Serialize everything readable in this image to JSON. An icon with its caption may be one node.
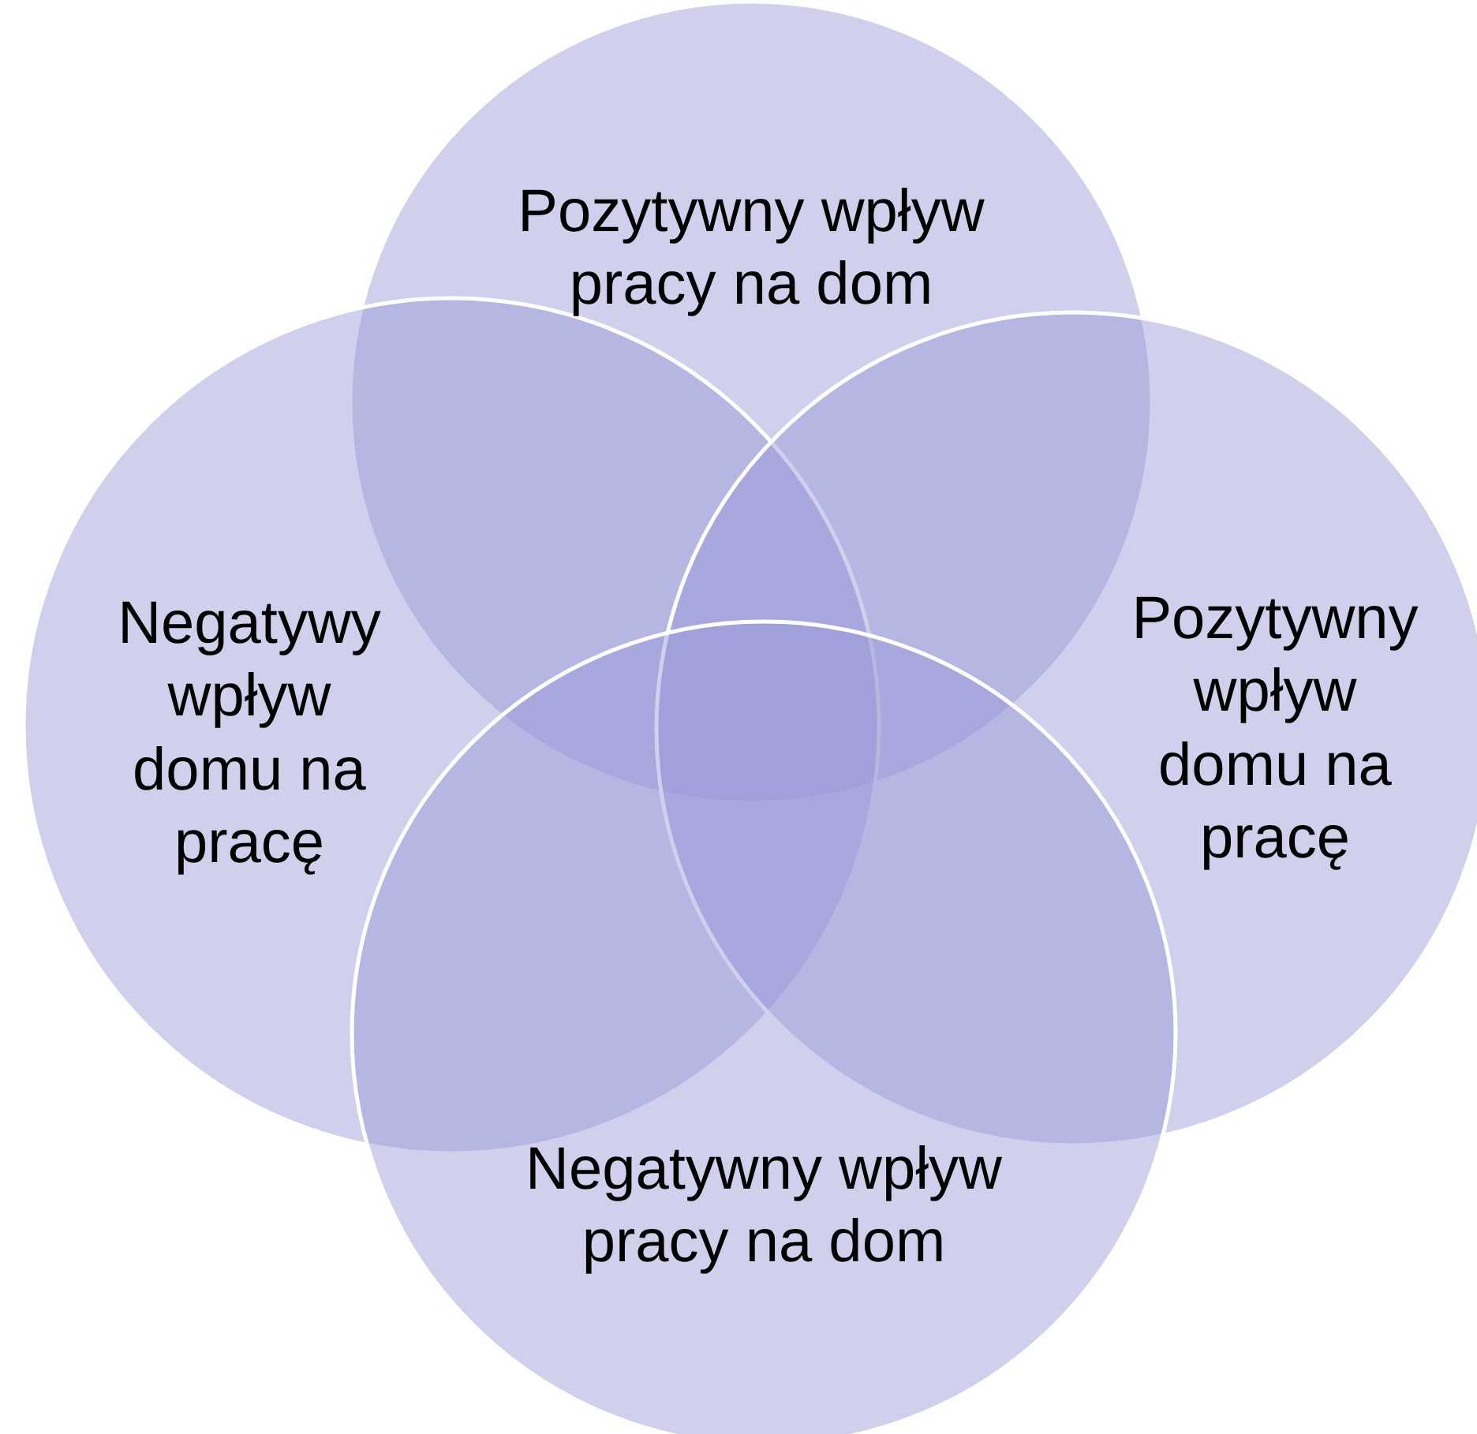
{
  "diagram": {
    "nodes": [
      {
        "text": [
          "Pozytywny wpływ pracy na dom"
        ]
      },
      {
        "text": [
          "Negatywy wpływ domu na pracę"
        ]
      },
      {
        "text": [
          "Pozytywny wpływ domu na pracę"
        ]
      },
      {
        "text": [
          "Negatywny wpływ pracy na dom"
        ]
      }
    ]
  }
}
